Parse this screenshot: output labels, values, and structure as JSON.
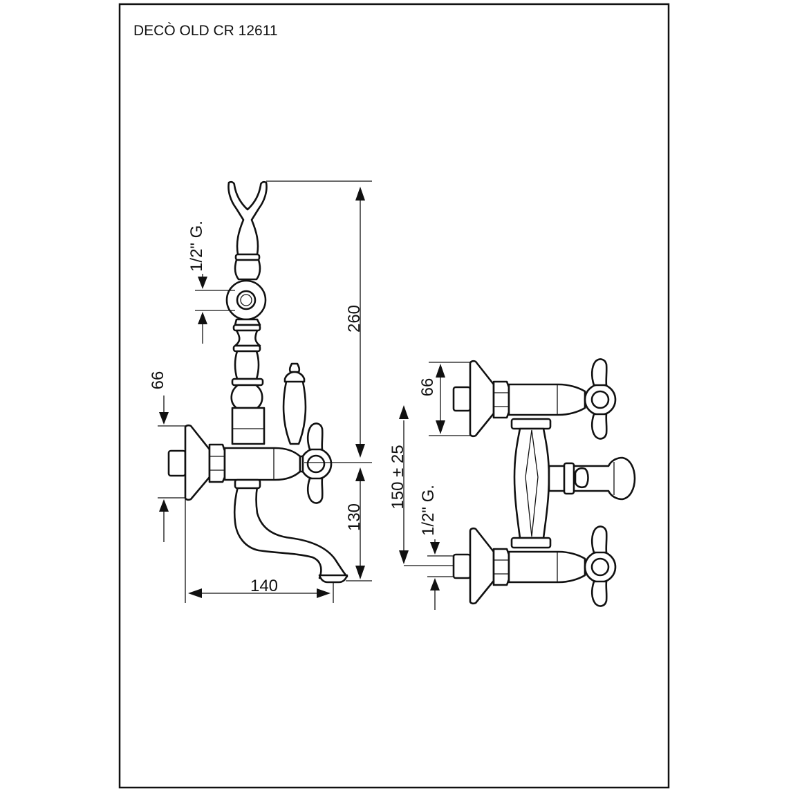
{
  "title": "DECÒ OLD CR 12611",
  "dimensions": {
    "side_view": {
      "height_total": "260",
      "height_spout": "130",
      "spout_projection": "140",
      "flange_diameter": "66",
      "shower_connection": "1/2\" G."
    },
    "front_view": {
      "flange_diameter": "66",
      "inlet_spacing": "150 ± 25",
      "inlet_thread": "1/2\" G."
    }
  }
}
